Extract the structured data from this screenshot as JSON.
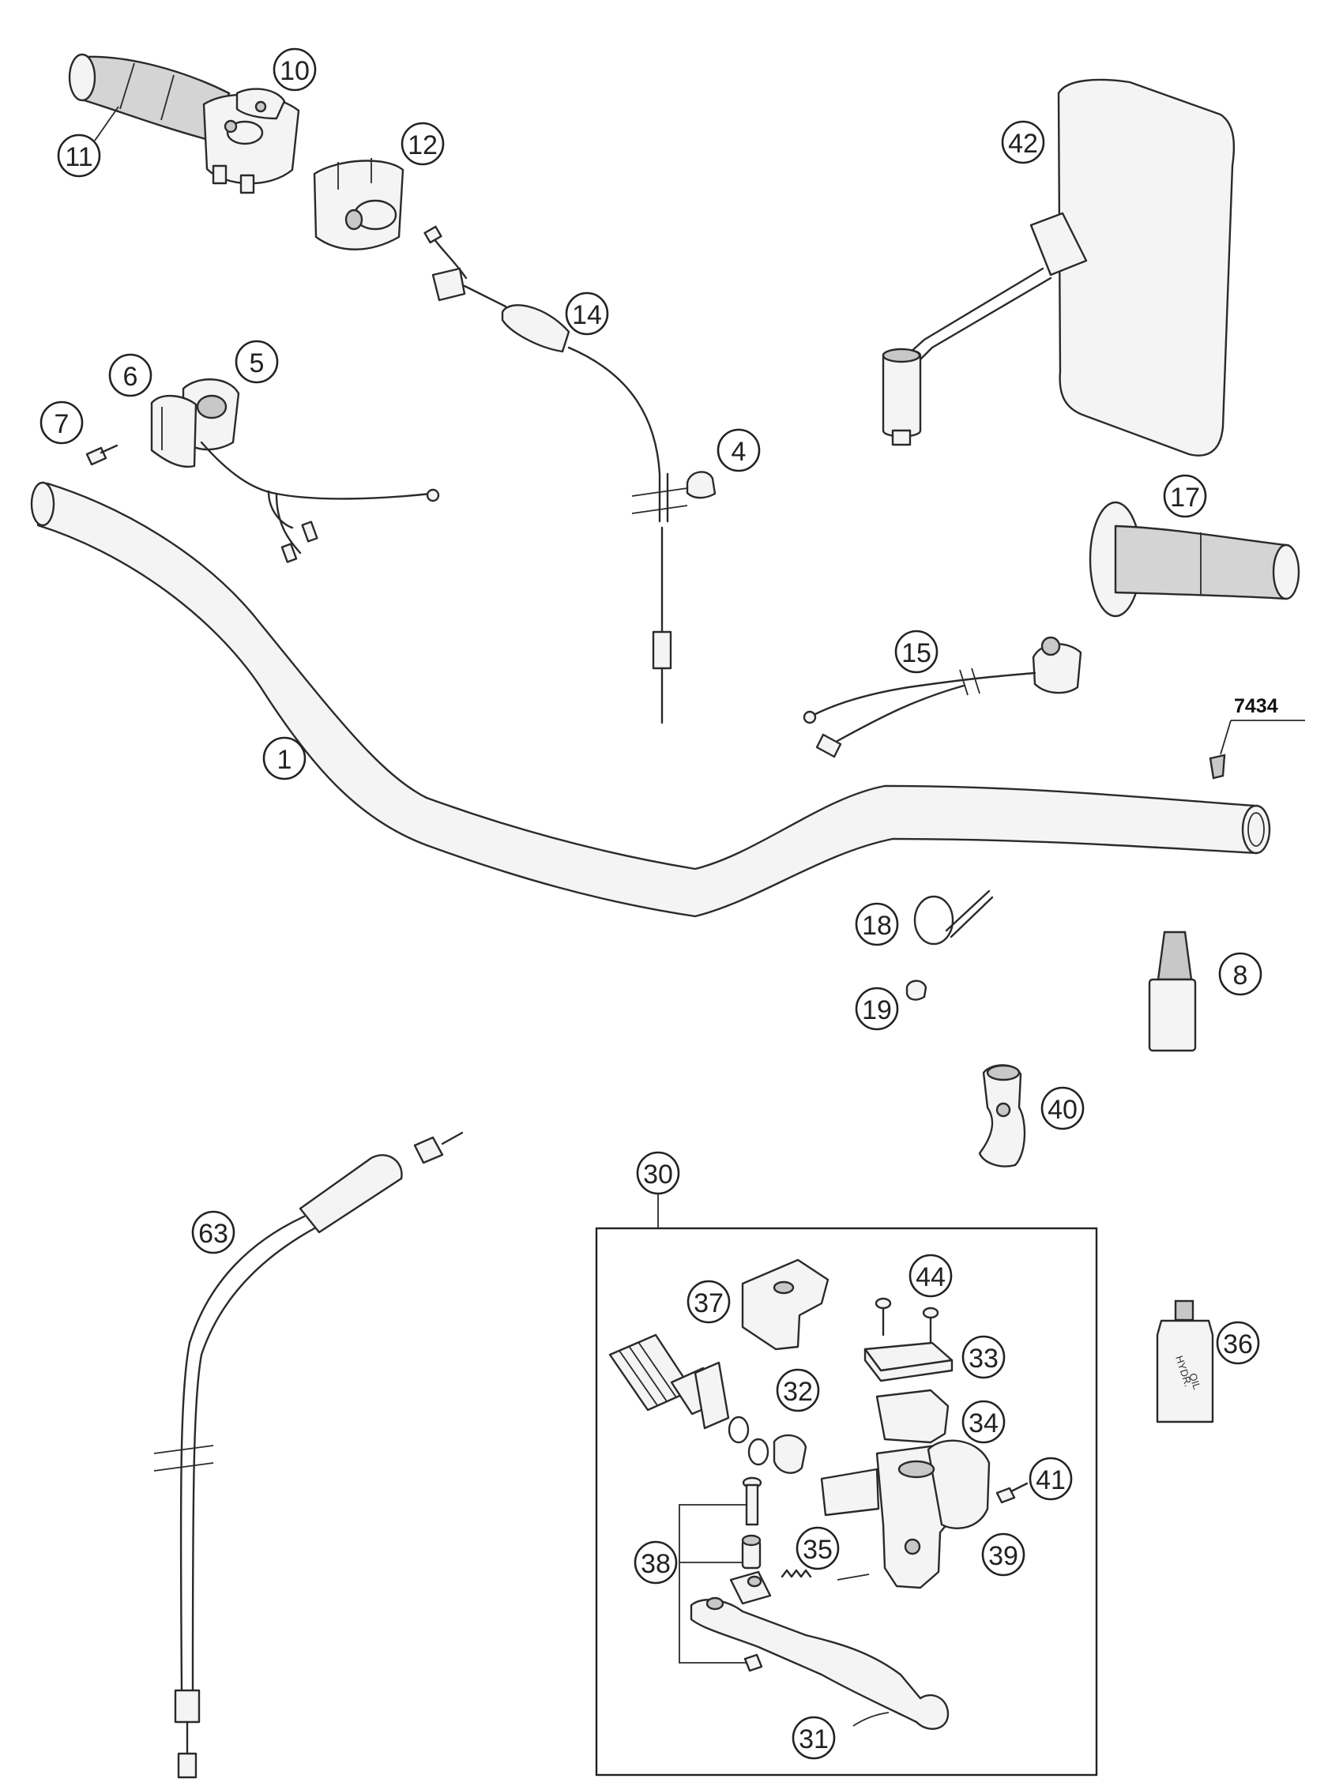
{
  "callouts": {
    "c1": "1",
    "c4": "4",
    "c5": "5",
    "c6": "6",
    "c7": "7",
    "c8": "8",
    "c10": "10",
    "c11": "11",
    "c12": "12",
    "c14": "14",
    "c15": "15",
    "c17": "17",
    "c18": "18",
    "c19": "19",
    "c30": "30",
    "c31": "31",
    "c32": "32",
    "c33": "33",
    "c34": "34",
    "c35": "35",
    "c36": "36",
    "c37": "37",
    "c38": "38",
    "c39": "39",
    "c40": "40",
    "c41": "41",
    "c42": "42",
    "c44": "44",
    "c63": "63"
  },
  "reference_code": "7434",
  "bottle_label_36": [
    "HYDR.",
    "OIL"
  ]
}
